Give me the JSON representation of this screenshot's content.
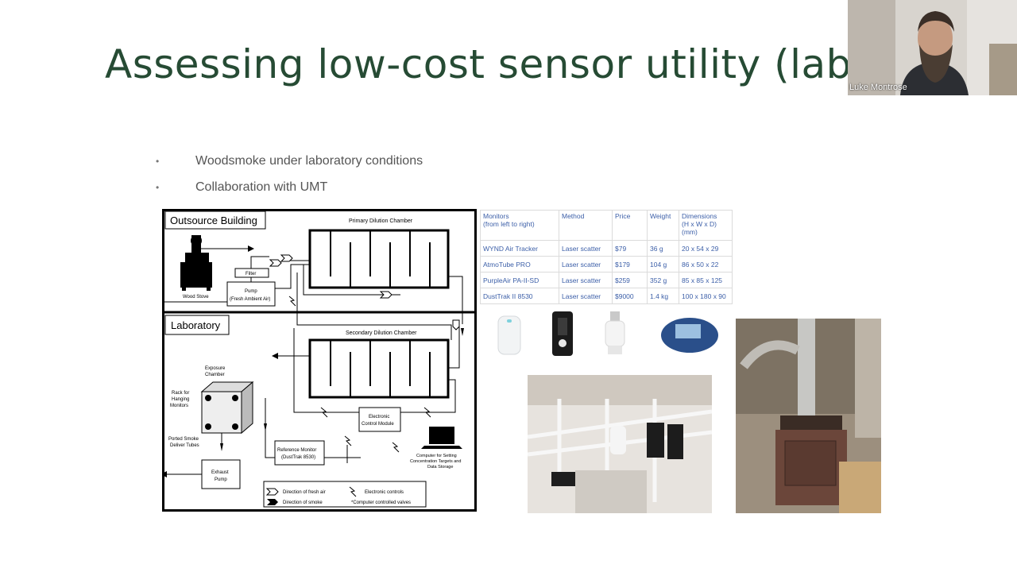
{
  "slide": {
    "title": "Assessing low-cost sensor utility (lab)",
    "bullets": [
      "Woodsmoke under laboratory conditions",
      "Collaboration with UMT"
    ]
  },
  "webcam": {
    "participant_name": "Luke Montrose"
  },
  "diagram": {
    "outsource_label": "Outsource Building",
    "laboratory_label": "Laboratory",
    "primary_chamber": "Primary Dilution Chamber",
    "secondary_chamber": "Secondary Dilution Chamber",
    "filter": "Filter",
    "pump_line1": "Pump",
    "pump_line2": "(Fresh Ambient Air)",
    "wood_stove": "Wood Stove",
    "exposure_line1": "Exposure",
    "exposure_line2": "Chamber",
    "rack_line1": "Rack for",
    "rack_line2": "Hanging",
    "rack_line3": "Monitors",
    "ported_line1": "Ported Smoke",
    "ported_line2": "Deliver Tubes",
    "exhaust_line1": "Exhaust",
    "exhaust_line2": "Pump",
    "reference_line1": "Reference Monitor",
    "reference_line2": "(DustTrak 8530)",
    "ecm_line1": "Electronic",
    "ecm_line2": "Control Module",
    "computer_line1": "Computer for Setting",
    "computer_line2": "Concentration Targets and",
    "computer_line3": "Data Storage",
    "legend_fresh_air": "Direction of fresh air",
    "legend_smoke": "Direction of smoke",
    "legend_electronic": "Electronic controls",
    "legend_valves": "*Computer controlled valves"
  },
  "table": {
    "headers": {
      "monitors_line1": "Monitors",
      "monitors_line2": "(from left to right)",
      "method": "Method",
      "price": "Price",
      "weight": "Weight",
      "dims_line1": "Dimensions",
      "dims_line2": "(H x W x D)",
      "dims_line3": "(mm)"
    },
    "rows": [
      {
        "name": "WYND Air Tracker",
        "method": "Laser scatter",
        "price": "$79",
        "weight": "36 g",
        "dims": "20 x 54 x 29"
      },
      {
        "name": "AtmoTube PRO",
        "method": "Laser scatter",
        "price": "$179",
        "weight": "104 g",
        "dims": "86 x 50 x 22"
      },
      {
        "name": "PurpleAir PA-II-SD",
        "method": "Laser scatter",
        "price": "$259",
        "weight": "352 g",
        "dims": "85 x 85 x 125"
      },
      {
        "name": "DustTrak II 8530",
        "method": "Laser scatter",
        "price": "$9000",
        "weight": "1.4 kg",
        "dims": "100 x 180 x 90"
      }
    ]
  },
  "colors": {
    "title_green": "#264b34",
    "table_blue": "#3c5fa8"
  }
}
